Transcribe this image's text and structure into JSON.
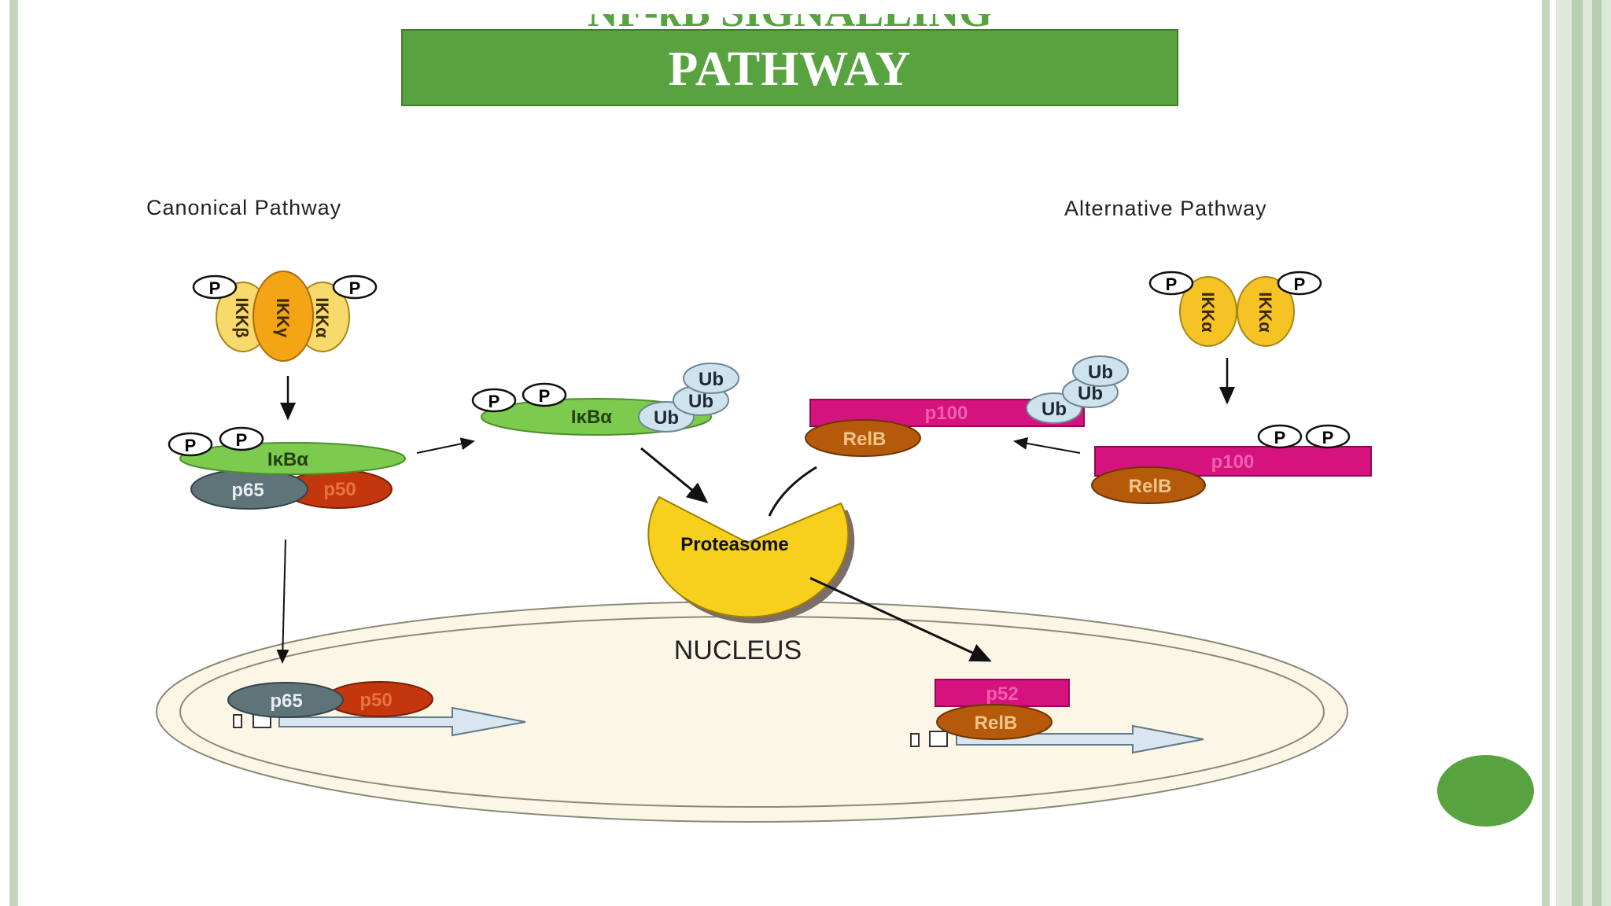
{
  "title": {
    "main": "PATHWAY",
    "clipped_line": "NF-κB SIGNALLING"
  },
  "diagram": {
    "canonical_label": "Canonical Pathway",
    "alternative_label": "Alternative Pathway",
    "nucleus_label": "NUCLEUS",
    "proteasome_label": "Proteasome",
    "p": "P",
    "ub": "Ub",
    "ikkb": "IKKβ",
    "ikkg": "IKKγ",
    "ikka": "IKKα",
    "ikba": "IκBα",
    "p65": "p65",
    "p50": "p50",
    "p100": "p100",
    "p52": "p52",
    "relb": "RelB"
  },
  "colors": {
    "accent_green": "#58a33f",
    "ikk_yellow": "#f6c325",
    "ikk_orange": "#f3a516",
    "ikba_green": "#7ccb4f",
    "p65_gray": "#5f7478",
    "p50_red": "#c3360e",
    "p100_magenta": "#d6127e",
    "relb_brown": "#b55a0a",
    "ub_blue": "#cfe3ee",
    "nucleus_fill": "#fbf6e6"
  }
}
